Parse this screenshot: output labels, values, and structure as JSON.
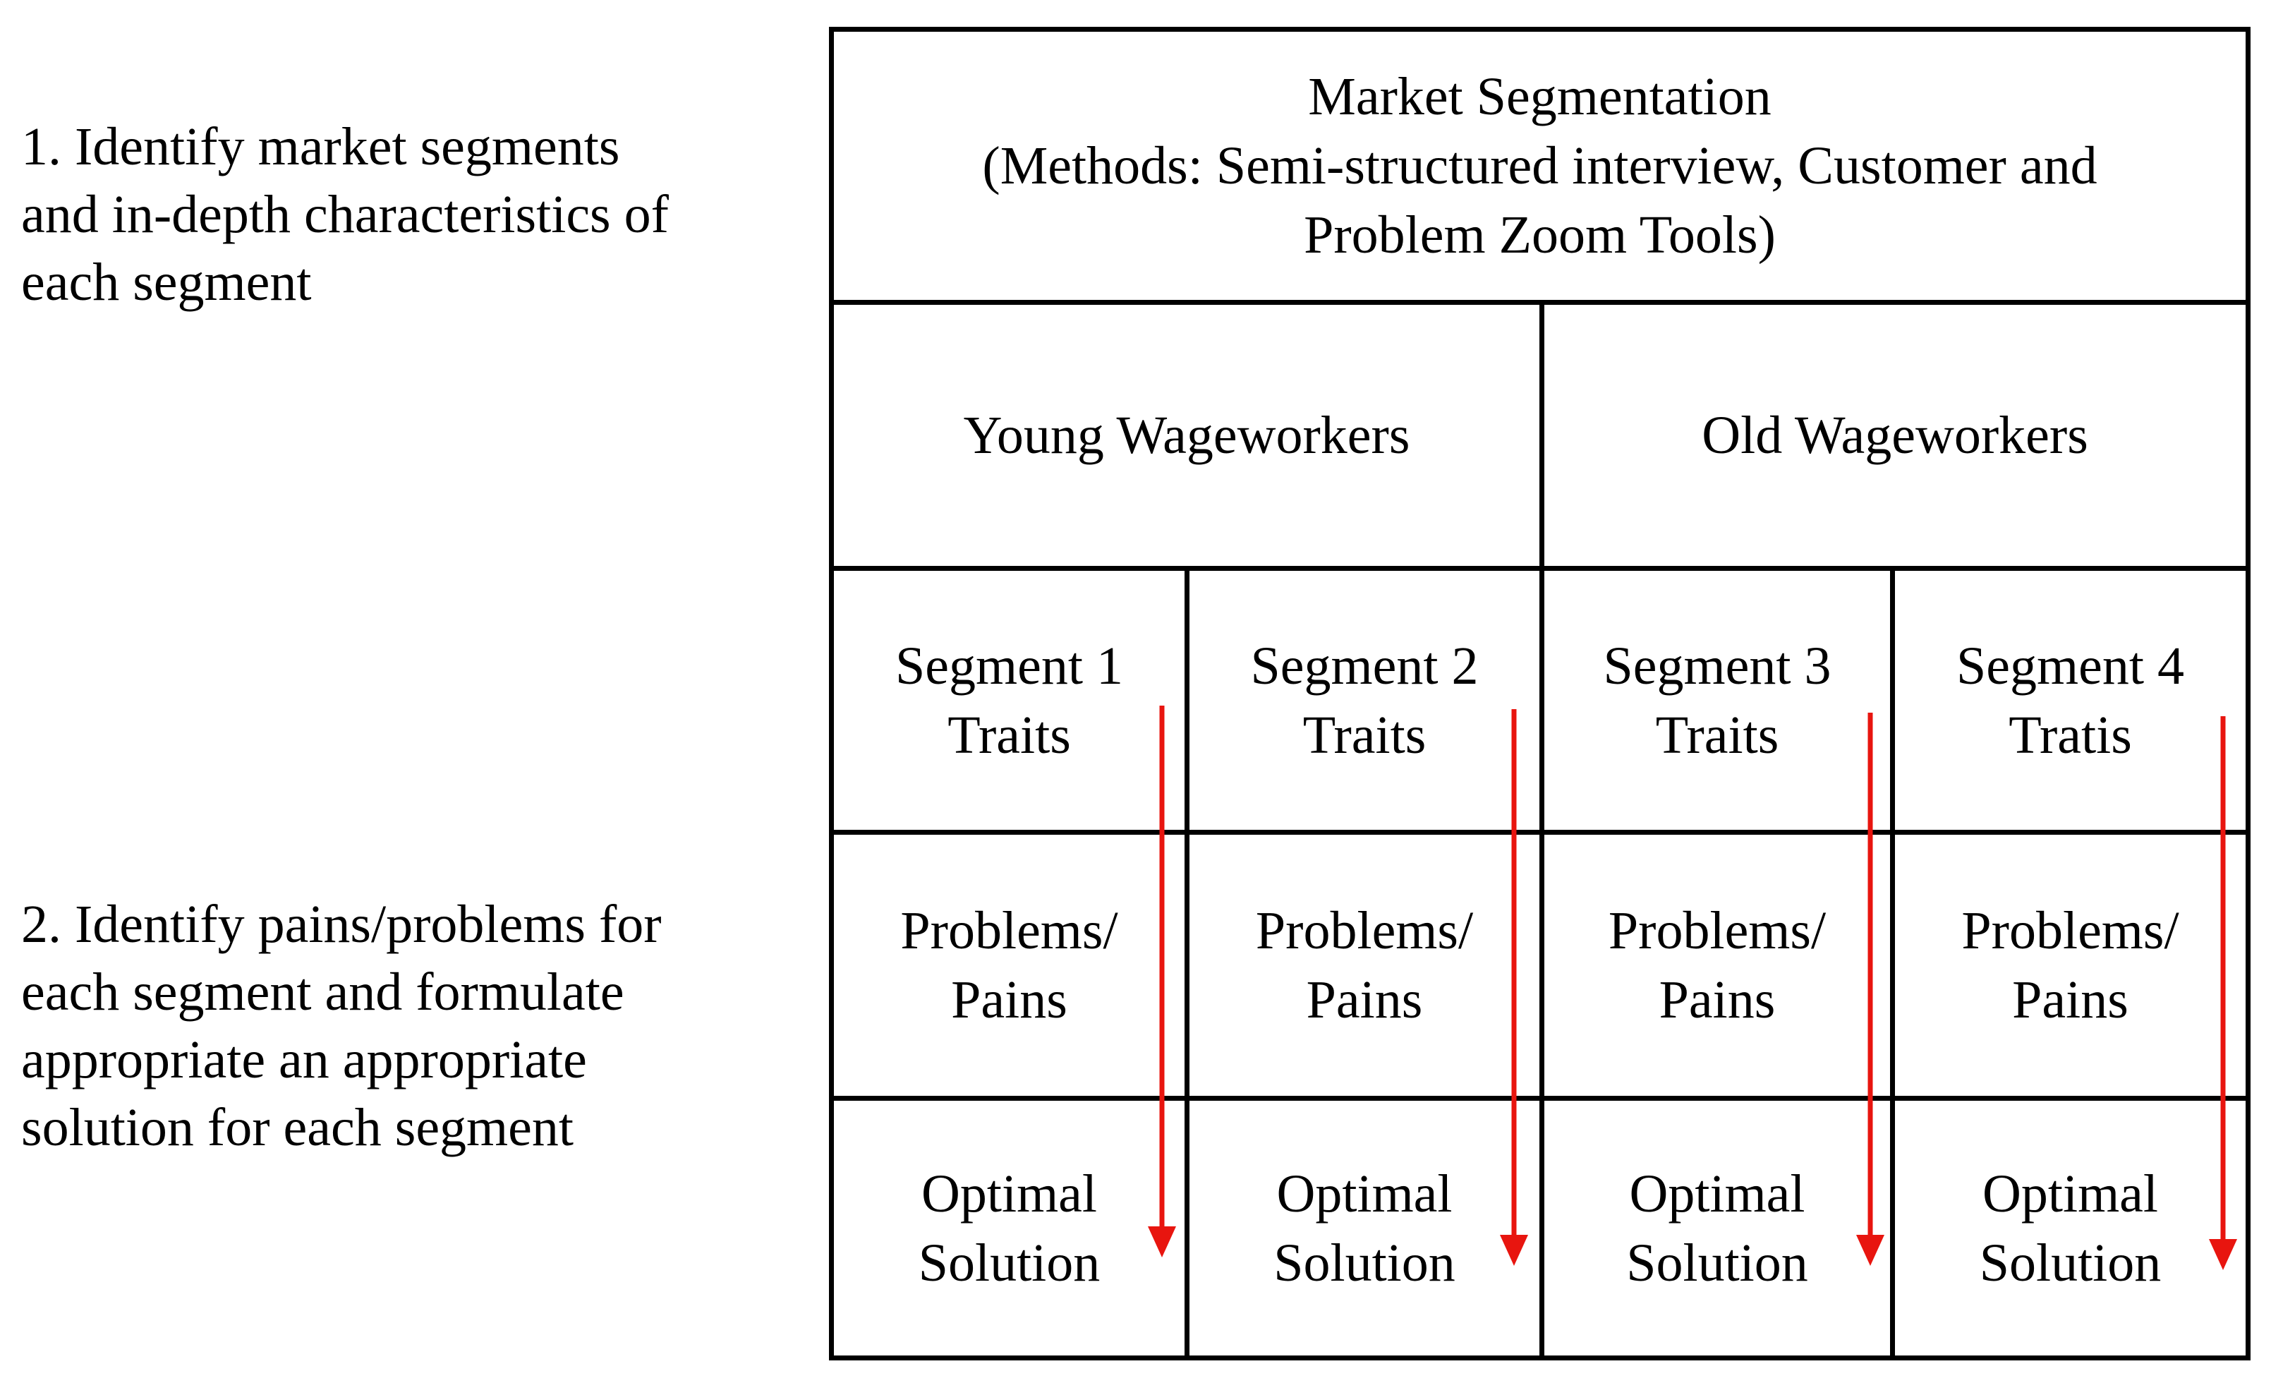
{
  "steps": {
    "step1": "1. Identify market segments\nand in-depth characteristics of\neach segment",
    "step2": "2. Identify pains/problems for\neach segment and formulate\nappropriate an appropriate\nsolution for each segment"
  },
  "header": {
    "line1": "Market Segmentation",
    "line2": "(Methods: Semi-structured interview, Customer and",
    "line3": "Problem Zoom Tools)"
  },
  "groups": {
    "young": "Young Wageworkers",
    "old": "Old Wageworkers"
  },
  "segments": [
    {
      "line1": "Segment 1",
      "line2": "Traits"
    },
    {
      "line1": "Segment 2",
      "line2": "Traits"
    },
    {
      "line1": "Segment 3",
      "line2": "Traits"
    },
    {
      "line1": "Segment 4",
      "line2": "Tratis"
    }
  ],
  "problems": [
    {
      "line1": "Problems/",
      "line2": "Pains"
    },
    {
      "line1": "Problems/",
      "line2": "Pains"
    },
    {
      "line1": "Problems/",
      "line2": "Pains"
    },
    {
      "line1": "Problems/",
      "line2": "Pains"
    }
  ],
  "solutions": [
    {
      "line1": "Optimal",
      "line2": "Solution"
    },
    {
      "line1": "Optimal",
      "line2": "Solution"
    },
    {
      "line1": "Optimal",
      "line2": "Solution"
    },
    {
      "line1": "Optimal",
      "line2": "Solution"
    }
  ],
  "colors": {
    "arrow": "#e8150f",
    "line": "#000000"
  }
}
